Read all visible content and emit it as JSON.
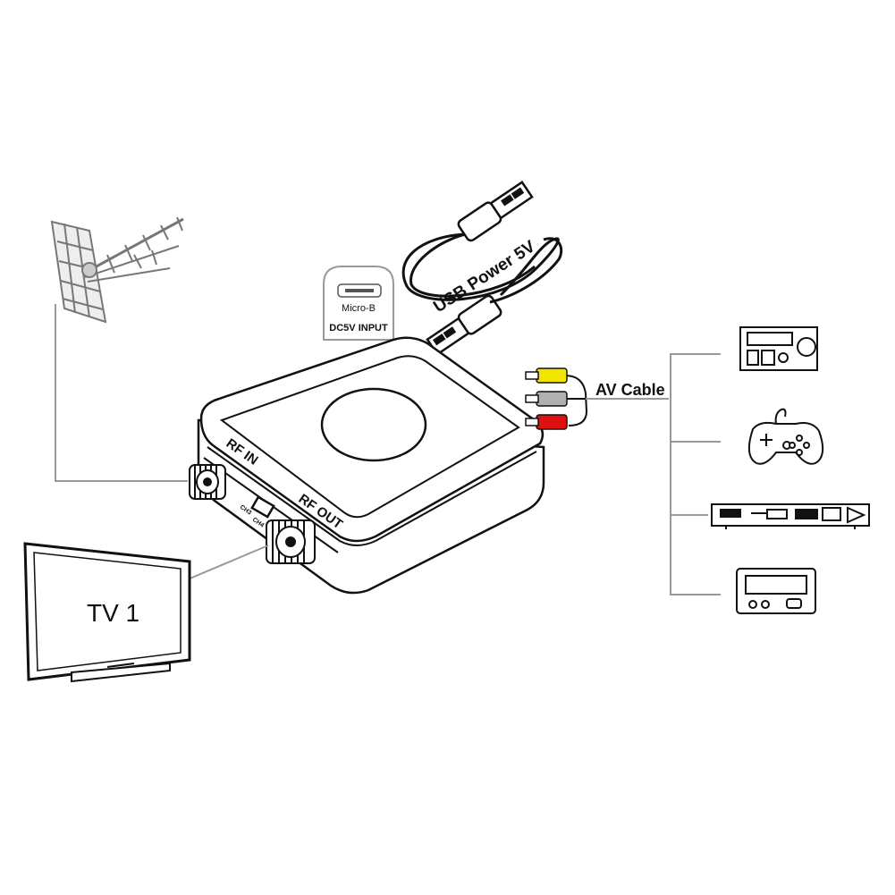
{
  "device": {
    "rf_in_label": "RF IN",
    "rf_out_label": "RF OUT",
    "ch3_label": "CH3",
    "ch4_label": "CH4"
  },
  "power_port": {
    "port_type": "Micro-B",
    "port_caption": "DC5V INPUT"
  },
  "usb_cable": {
    "label": "USB Power 5V"
  },
  "av_cable": {
    "label": "AV Cable",
    "plug_colors": [
      "#f2e600",
      "#b0b0b0",
      "#e01010"
    ]
  },
  "tv": {
    "label": "TV 1"
  },
  "sources": [
    "dvd-receiver-icon",
    "gamepad-icon",
    "set-top-box-icon",
    "monitor-device-icon"
  ],
  "colors": {
    "line": "#111111",
    "connector": "#999999"
  }
}
